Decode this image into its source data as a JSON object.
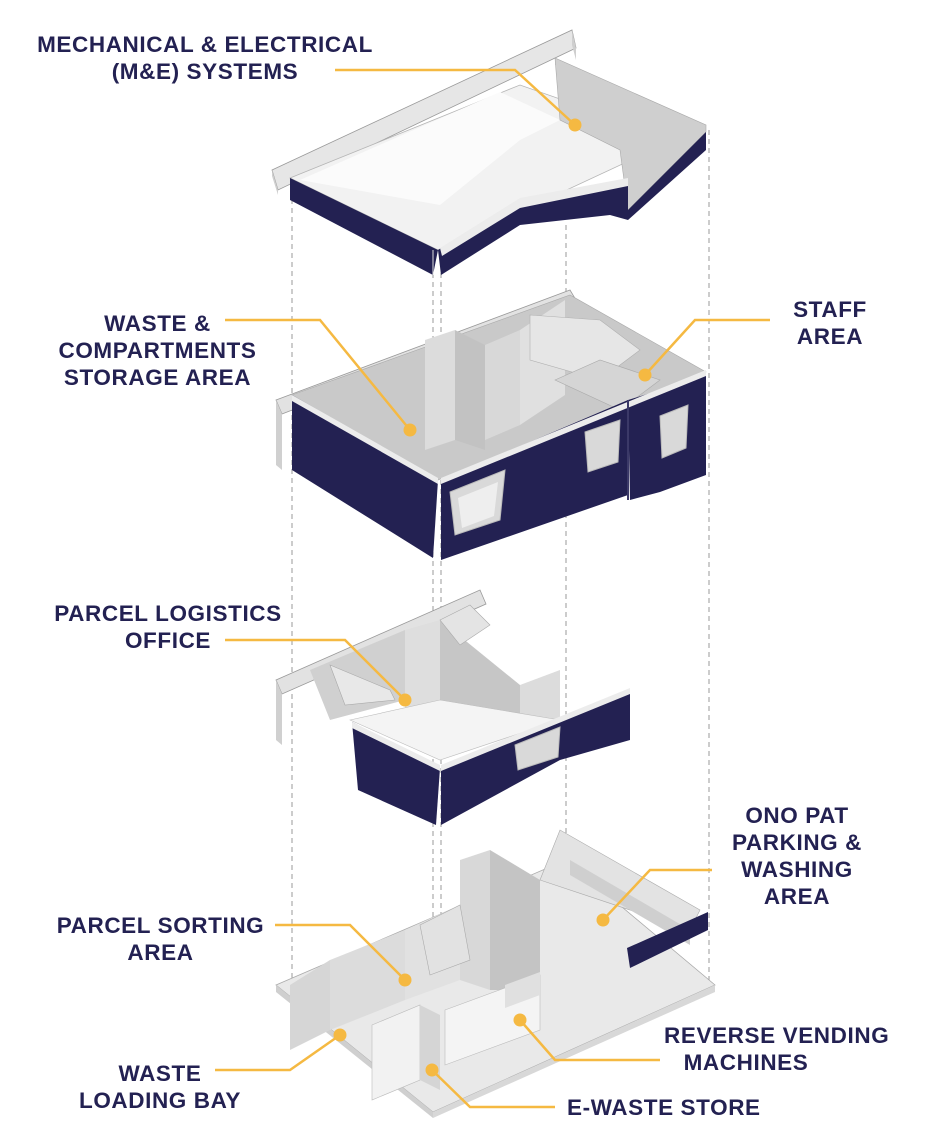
{
  "colors": {
    "navy": "#232152",
    "leader": "#f5b942",
    "wall": "#d6d6d6",
    "floor": "#bdbdbd"
  },
  "labels": {
    "mechanical": {
      "line1": "MECHANICAL & ELECTRICAL",
      "line2": "(M&E) SYSTEMS"
    },
    "waste_storage": {
      "line1": "WASTE &",
      "line2": "COMPARTMENTS",
      "line3": "STORAGE AREA"
    },
    "staff": {
      "line1": "STAFF",
      "line2": "AREA"
    },
    "parcel_logistics": {
      "line1": "PARCEL LOGISTICS",
      "line2": "OFFICE"
    },
    "ono_pat": {
      "line1": "ONO PAT",
      "line2": "PARKING &",
      "line3": "WASHING",
      "line4": "AREA"
    },
    "parcel_sorting": {
      "line1": "PARCEL SORTING",
      "line2": "AREA"
    },
    "reverse_vending": {
      "line1": "REVERSE VENDING",
      "line2": "MACHINES"
    },
    "waste_loading": {
      "line1": "WASTE",
      "line2": "LOADING BAY"
    },
    "ewaste": {
      "line1": "E-WASTE STORE"
    }
  }
}
